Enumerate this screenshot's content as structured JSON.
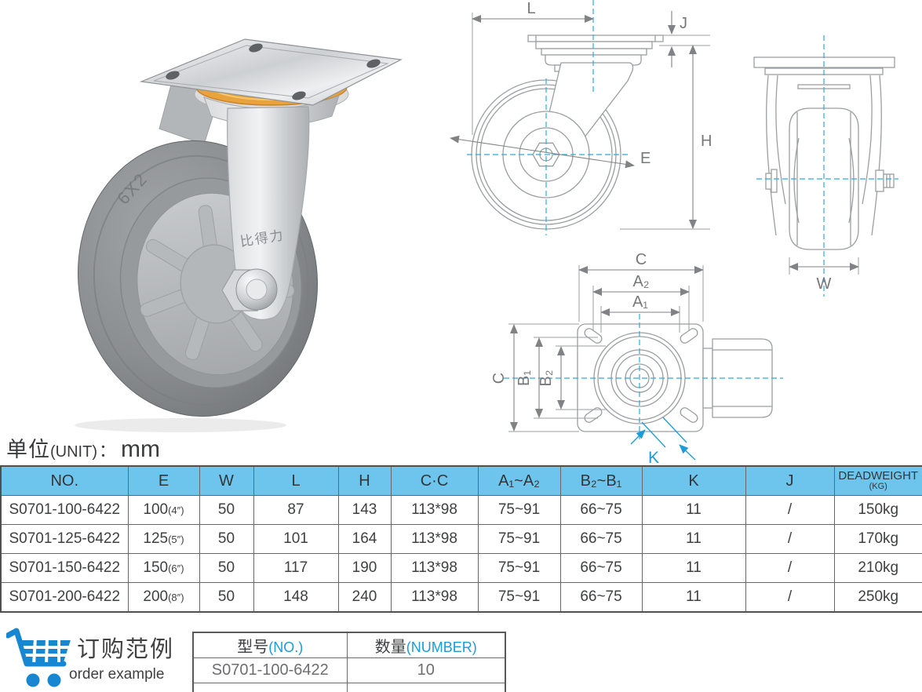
{
  "unit": {
    "cn": "单位",
    "en": "(UNIT)",
    "colon": "：",
    "value": "mm"
  },
  "photo": {
    "tread_marking": "6X2",
    "fork_marking": "比得力"
  },
  "drawings": {
    "side": {
      "l": "L",
      "j": "J",
      "h": "H",
      "e": "E"
    },
    "front": {
      "w": "W"
    },
    "bottom": {
      "c_top": "C",
      "a2": "A₂",
      "a1": "A₁",
      "c_left": "C",
      "b1": "B₁",
      "b2": "B₂",
      "k": "K"
    }
  },
  "spec_table": {
    "headers": [
      {
        "t": "NO."
      },
      {
        "t": "E"
      },
      {
        "t": "W"
      },
      {
        "t": "L"
      },
      {
        "t": "H"
      },
      {
        "t": "C·C"
      },
      {
        "t": "A₁~A₂"
      },
      {
        "t": "B₂~B₁"
      },
      {
        "t": "K"
      },
      {
        "t": "J"
      },
      {
        "t": "DEADWEIGHT",
        "small": "(KG)"
      }
    ],
    "rows": [
      [
        "S0701-100-6422",
        {
          "v": "100",
          "small": "(4″)"
        },
        "50",
        "87",
        "143",
        "113*98",
        "75~91",
        "66~75",
        "11",
        "/",
        "150kg"
      ],
      [
        "S0701-125-6422",
        {
          "v": "125",
          "small": "(5″)"
        },
        "50",
        "101",
        "164",
        "113*98",
        "75~91",
        "66~75",
        "11",
        "/",
        "170kg"
      ],
      [
        "S0701-150-6422",
        {
          "v": "150",
          "small": "(6″)"
        },
        "50",
        "117",
        "190",
        "113*98",
        "75~91",
        "66~75",
        "11",
        "/",
        "210kg"
      ],
      [
        "S0701-200-6422",
        {
          "v": "200",
          "small": "(8″)"
        },
        "50",
        "148",
        "240",
        "113*98",
        "75~91",
        "66~75",
        "11",
        "/",
        "250kg"
      ]
    ]
  },
  "order_example": {
    "title_cn": "订购范例",
    "title_en": "order example",
    "headers": [
      {
        "cn": "型号",
        "en": "(NO.)"
      },
      {
        "cn": "数量",
        "en": "(NUMBER)"
      }
    ],
    "rows": [
      [
        "S0701-100-6422",
        "10"
      ],
      [
        "",
        ""
      ]
    ]
  },
  "colors": {
    "header_blue": "#6DC5EE",
    "accent_blue": "#1B9CD8",
    "cart_blue": "#1787D1",
    "centerline_blue": "#29ABE2",
    "drawing_gray": "#9B9EA1",
    "dimension_gray": "#808285",
    "text_dark": "#3F4042",
    "text_gray": "#6D6E71",
    "wheel_orange": "#E9A33C",
    "border_dark": "#4F5052"
  }
}
